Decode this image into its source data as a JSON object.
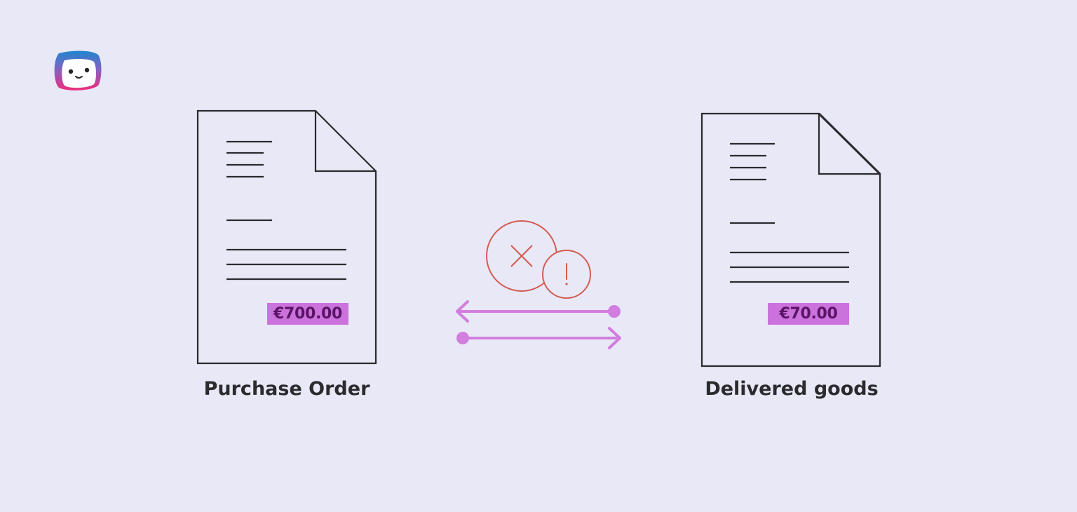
{
  "purchase_order": {
    "label": "Purchase Order",
    "amount": "€700.00"
  },
  "delivered_goods": {
    "label": "Delivered goods",
    "amount": "€70.00"
  },
  "mismatch": {
    "icons": [
      "x-circle-icon",
      "exclamation-circle-icon"
    ],
    "arrows": [
      "arrow-left-icon",
      "arrow-right-icon"
    ]
  },
  "colors": {
    "background": "#e9e8f7",
    "document_stroke": "#2b2b2e",
    "highlight": "#cc72dc",
    "highlight_text": "#5a1466",
    "arrow": "#d17edf",
    "error": "#d25c52"
  },
  "logo": {
    "icon": "mascot-logo-icon"
  }
}
